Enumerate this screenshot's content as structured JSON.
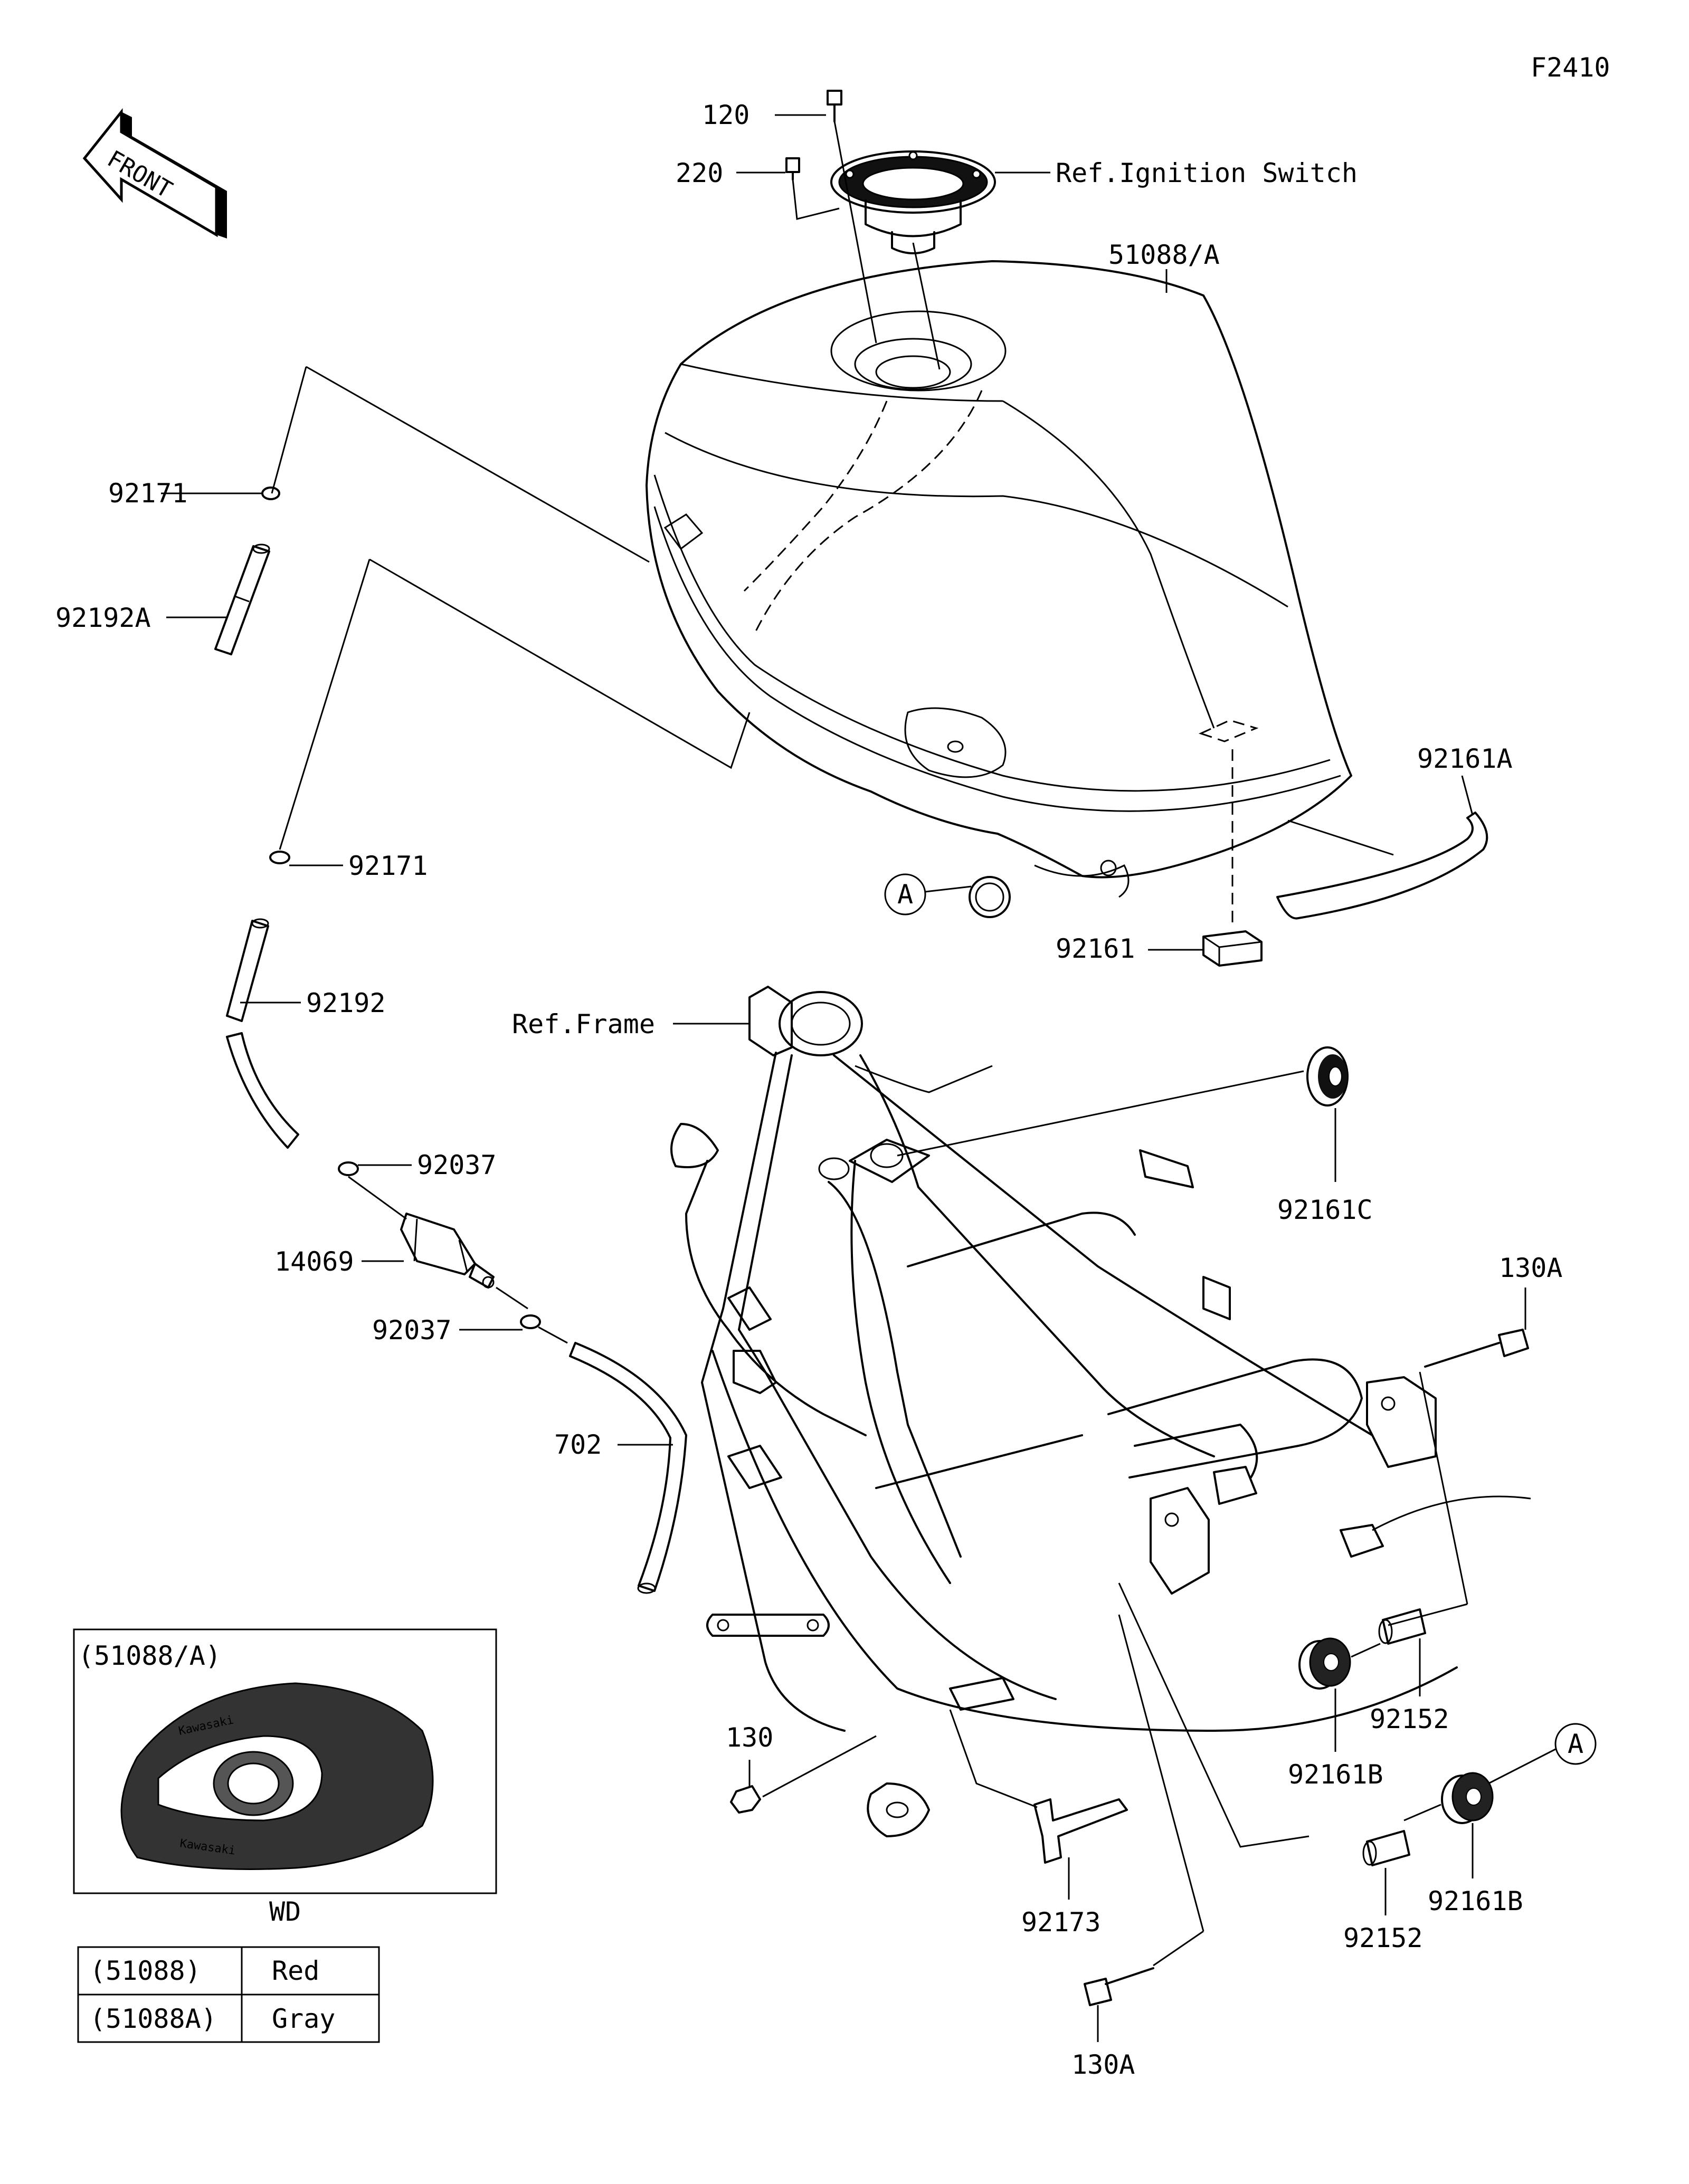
{
  "figure_id": "F2410",
  "front_arrow": "FRONT",
  "refs": {
    "ignition_switch": "Ref.Ignition Switch",
    "frame": "Ref.Frame"
  },
  "callouts": {
    "p120": "120",
    "p220": "220",
    "p51088A": "51088/A",
    "p92171_top": "92171",
    "p92192A": "92192A",
    "p92171_mid": "92171",
    "p92192": "92192",
    "p92037_top": "92037",
    "p14069": "14069",
    "p92037_bot": "92037",
    "p702": "702",
    "p92161A": "92161A",
    "p92161": "92161",
    "p92161C": "92161C",
    "p130A_top": "130A",
    "p92152_top": "92152",
    "p92161B_top": "92161B",
    "p130": "130",
    "p92173": "92173",
    "p92161B_bot": "92161B",
    "p92152_bot": "92152",
    "p130A_bot": "130A",
    "mark_a_top": "A",
    "mark_a_bot": "A"
  },
  "inset": {
    "title": "(51088/A)",
    "caption": "WD",
    "logo_text": "Kawasaki"
  },
  "color_table": {
    "rows": [
      {
        "part": "(51088)",
        "color": "Red"
      },
      {
        "part": "(51088A)",
        "color": "Gray"
      }
    ]
  }
}
